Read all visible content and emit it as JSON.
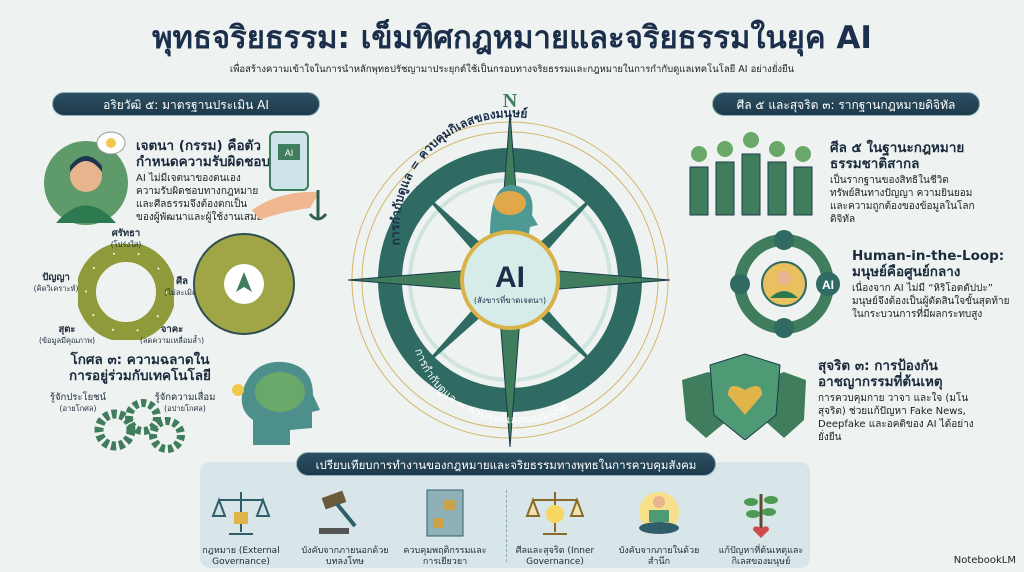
{
  "header": {
    "title": "พุทธจริยธรรม: เข็มทิศกฎหมายและจริยธรรมในยุค AI",
    "subtitle": "เพื่อสร้างความเข้าใจในการนำหลักพุทธปรัชญามาประยุกต์ใช้เป็นกรอบทางจริยธรรมและกฎหมายในการกำกับดูแลเทคโนโลยี AI อย่างยั่งยืน"
  },
  "left": {
    "section_title": "อริยวัฒิ ๕: มาตรฐานประเมิน AI",
    "intent": {
      "title": "เจตนา (กรรม) คือตัวกำหนดความรับผิดชอบ",
      "body": "AI ไม่มีเจตนาของตนเอง ความรับผิดชอบทางกฎหมายและศีลธรรมจึงต้องตกเป็นของผู้พัฒนาและผู้ใช้งานเสมอ",
      "icon_text": "AI"
    },
    "cycle": [
      {
        "name": "ศรัทธา",
        "note": "(โปร่งใส)"
      },
      {
        "name": "ศีล",
        "note": "(ไม่ละเมิด)"
      },
      {
        "name": "จาคะ",
        "note": "(ลดความเหลื่อมล้ำ)"
      },
      {
        "name": "สุตะ",
        "note": "(ข้อมูลมีคุณภาพ)"
      },
      {
        "name": "ปัญญา",
        "note": "(คิดวิเคราะห์)"
      }
    ],
    "kosala": {
      "title": "โกศล ๓: ความฉลาดในการอยู่ร่วมกับเทคโนโลยี",
      "benefit": "รู้จักประโยชน์",
      "benefit_note": "(อายโกศล)",
      "decline": "รู้จักความเสื่อม",
      "decline_note": "(อปายโกศล)"
    }
  },
  "compass": {
    "north": "N",
    "ring_top": "การกำกับดูแล = ควบคุมกิเลสของมนุษย์",
    "ring_bottom": "การกำกับดูแล = ควบคุมกิเลสของมนุษย์",
    "center": "AI",
    "center_note": "(สังขารที่ขาดเจตนา)"
  },
  "right": {
    "section_title": "ศีล ๕ และสุจริต ๓: รากฐานกฎหมายดิจิทัล",
    "items": [
      {
        "title": "ศีล ๕ ในฐานะกฎหมายธรรมชาติสากล",
        "body": "เป็นรากฐานของสิทธิในชีวิต ทรัพย์สินทางปัญญา ความยินยอม และความถูกต้องของข้อมูลในโลกดิจิทัล"
      },
      {
        "title": "Human-in-the-Loop: มนุษย์คือศูนย์กลาง",
        "body": "เนื่องจาก AI ไม่มี “หิริโอตตัปปะ” มนุษย์จึงต้องเป็นผู้ตัดสินใจขั้นสุดท้ายในกระบวนการที่มีผลกระทบสูง",
        "icon_text": "AI"
      },
      {
        "title": "สุจริต ๓: การป้องกันอาชญากรรมที่ต้นเหตุ",
        "body": "การควบคุมกาย วาจา และใจ (มโนสุจริต) ช่วยแก้ปัญหา Fake News, Deepfake และอคติของ AI ได้อย่างยั่งยืน"
      }
    ]
  },
  "comparison": {
    "title": "เปรียบเทียบการทำงานของกฎหมายและจริยธรรมทางพุทธในการควบคุมสังคม",
    "items": [
      "กฎหมาย (External Governance)",
      "บังคับจากภายนอกด้วยบทลงโทษ",
      "ควบคุมพฤติกรรมและการเยียวยา",
      "ศีลและสุจริต (Inner Governance)",
      "บังคับจากภายในด้วยสำนึก",
      "แก้ปัญหาที่ต้นเหตุและกิเลสของมนุษย์"
    ]
  },
  "branding": "NotebookLM",
  "colors": {
    "navy": "#1d3a4c",
    "green": "#3f7d5c",
    "gold": "#e1b44a",
    "olive": "#8f9a3a"
  }
}
